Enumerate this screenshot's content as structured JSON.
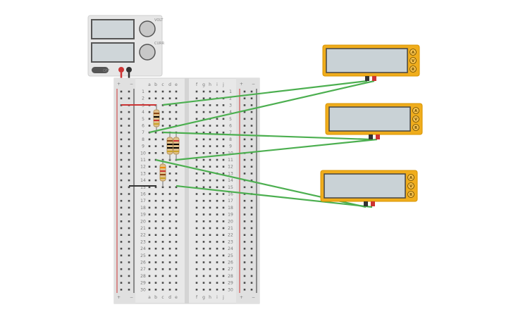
{
  "breadboard": {
    "column_letters_left": [
      "a",
      "b",
      "c",
      "d",
      "e"
    ],
    "column_letters_right": [
      "f",
      "g",
      "h",
      "i",
      "j"
    ],
    "row_numbers": [
      "1",
      "2",
      "3",
      "4",
      "5",
      "6",
      "7",
      "8",
      "9",
      "10",
      "11",
      "12",
      "13",
      "14",
      "15",
      "16",
      "17",
      "18",
      "19",
      "20",
      "21",
      "22",
      "23",
      "24",
      "25",
      "26",
      "27",
      "28",
      "29",
      "30"
    ],
    "rail_plus": "+",
    "rail_minus": "−"
  },
  "power_supply": {
    "knob_labels": [
      "VOLT",
      "CURR"
    ],
    "off_label": "OFF"
  },
  "multimeters": [
    {
      "mode_buttons": [
        "A",
        "V",
        "R"
      ]
    },
    {
      "mode_buttons": [
        "A",
        "V",
        "R"
      ]
    },
    {
      "mode_buttons": [
        "A",
        "V",
        "R"
      ]
    }
  ],
  "colors": {
    "wire": "#4caf50",
    "meter_body": "#f0ad1c",
    "meter_display": "#c9d2d6",
    "supply_body": "#e6e6e6",
    "breadboard": "#e8e8e8",
    "rail_red": "#cc3333",
    "rail_black": "#333333"
  }
}
